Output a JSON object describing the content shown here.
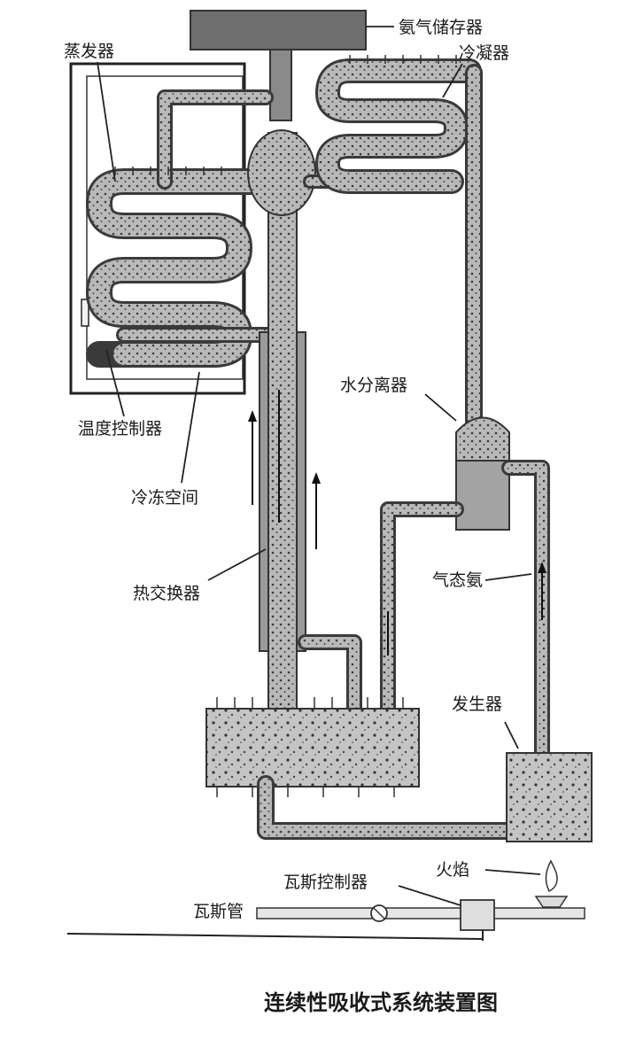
{
  "labels": {
    "ammonia_storage": "氨气储存器",
    "evaporator": "蒸发器",
    "condenser": "冷凝器",
    "temperature_controller": "温度控制器",
    "freezer_space": "冷冻空间",
    "water_separator": "水分离器",
    "heat_exchanger": "热交换器",
    "gaseous_ammonia": "气态氨",
    "generator": "发生器",
    "flame": "火焰",
    "gas_controller": "瓦斯控制器",
    "gas_pipe": "瓦斯管"
  },
  "caption": "连续性吸收式系统装置图"
}
